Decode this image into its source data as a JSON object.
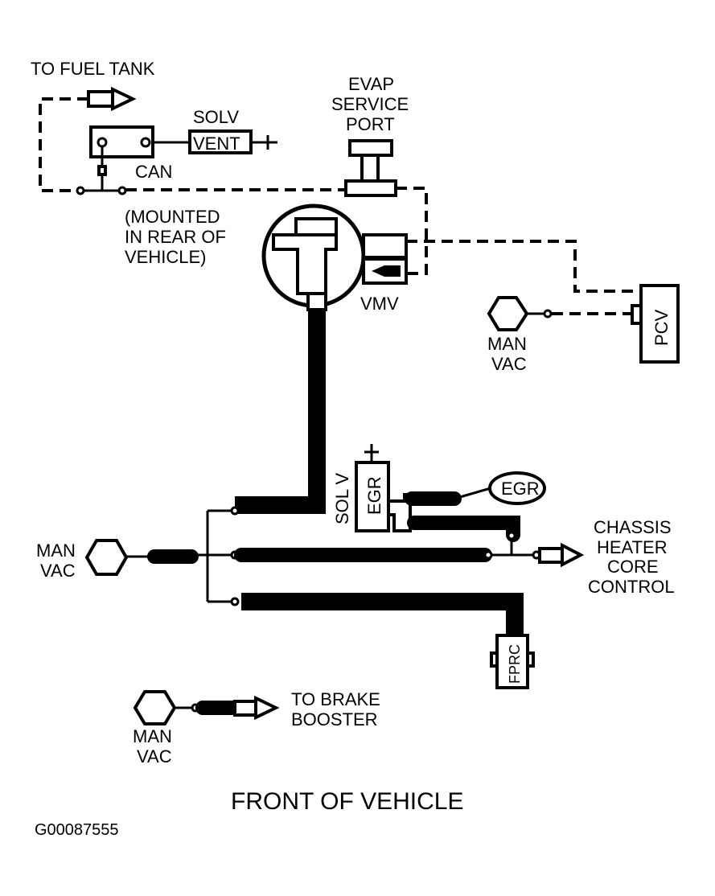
{
  "labels": {
    "to_fuel_tank": "TO FUEL TANK",
    "evap_service_port": [
      "EVAP",
      "SERVICE",
      "PORT"
    ],
    "solv": "SOLV",
    "vent": "VENT",
    "can": "CAN",
    "mounted_note": [
      "(MOUNTED",
      "IN REAR OF",
      "VEHICLE)"
    ],
    "vmv": "VMV",
    "pcv": "PCV",
    "man_vac_pcv": [
      "MAN",
      "VAC"
    ],
    "sol_v": "SOL V",
    "egr_solenoid": "EGR",
    "egr_valve": "EGR",
    "chassis_heater": [
      "CHASSIS",
      "HEATER",
      "CORE",
      "CONTROL"
    ],
    "man_vac_left": [
      "MAN",
      "VAC"
    ],
    "fprc": "FPRC",
    "to_brake_booster": [
      "TO BRAKE",
      "BOOSTER"
    ],
    "man_vac_bottom": [
      "MAN",
      "VAC"
    ],
    "front_of_vehicle": "FRONT OF VEHICLE",
    "figure_id": "G00087555"
  },
  "colors": {
    "line": "#000000",
    "background": "#ffffff"
  }
}
